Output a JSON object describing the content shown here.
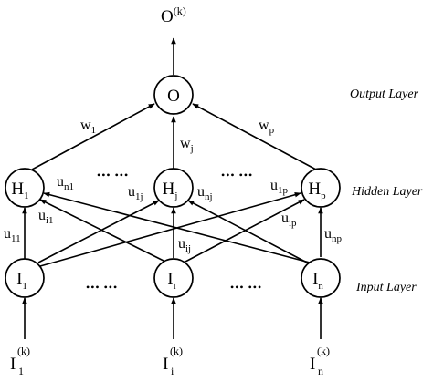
{
  "layers": {
    "output": "Output Layer",
    "hidden": "Hidden Layer",
    "input": "Input Layer"
  },
  "nodes": {
    "output": {
      "main": "O",
      "sub": ""
    },
    "hidden": [
      {
        "main": "H",
        "sub": "1"
      },
      {
        "main": "H",
        "sub": "j"
      },
      {
        "main": "H",
        "sub": "p"
      }
    ],
    "input": [
      {
        "main": "I",
        "sub": "1"
      },
      {
        "main": "I",
        "sub": "i"
      },
      {
        "main": "I",
        "sub": "n"
      }
    ]
  },
  "output_signal": {
    "main": "O",
    "sup": "(k)"
  },
  "input_signals": [
    {
      "main": "I",
      "sup": "(k)",
      "sub": "1"
    },
    {
      "main": "I",
      "sup": "(k)",
      "sub": "i"
    },
    {
      "main": "I",
      "sup": "(k)",
      "sub": "n"
    }
  ],
  "output_weights": [
    {
      "main": "w",
      "sub": "1"
    },
    {
      "main": "w",
      "sub": "j"
    },
    {
      "main": "w",
      "sub": "p"
    }
  ],
  "input_weights": [
    {
      "main": "u",
      "sub": "11"
    },
    {
      "main": "u",
      "sub": "i1"
    },
    {
      "main": "u",
      "sub": "n1"
    },
    {
      "main": "u",
      "sub": "1j"
    },
    {
      "main": "u",
      "sub": "ij"
    },
    {
      "main": "u",
      "sub": "nj"
    },
    {
      "main": "u",
      "sub": "1p"
    },
    {
      "main": "u",
      "sub": "ip"
    },
    {
      "main": "u",
      "sub": "np"
    }
  ],
  "ellipsis": "••• •••",
  "colors": {
    "stroke": "#000000",
    "background": "#ffffff"
  }
}
